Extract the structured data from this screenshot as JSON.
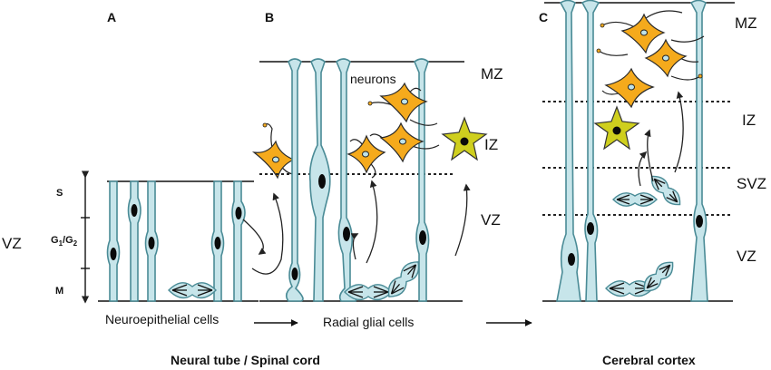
{
  "panels": {
    "a": "A",
    "b": "B",
    "c": "C"
  },
  "phases": {
    "s": "S",
    "g": "G",
    "g_sub1": "1",
    "slash": "/",
    "g2": "G",
    "g_sub2": "2",
    "m": "M"
  },
  "zones": {
    "vz_a": "VZ",
    "mz_b": "MZ",
    "iz_b": "IZ",
    "vz_b": "VZ",
    "mz_c": "MZ",
    "iz_c": "IZ",
    "svz_c": "SVZ",
    "vz_c": "VZ"
  },
  "labels": {
    "neurons": "neurons",
    "neuroepithelial": "Neuroepithelial cells",
    "radial_glial": "Radial glial cells",
    "neural_tube": "Neural tube / Spinal cord",
    "cerebral_cortex": "Cerebral cortex"
  },
  "colors": {
    "progenitor_fill": "#c7e5ea",
    "progenitor_stroke": "#4a8b96",
    "neuron_fill": "#f5aa1c",
    "star_fill": "#cfcf1e"
  }
}
